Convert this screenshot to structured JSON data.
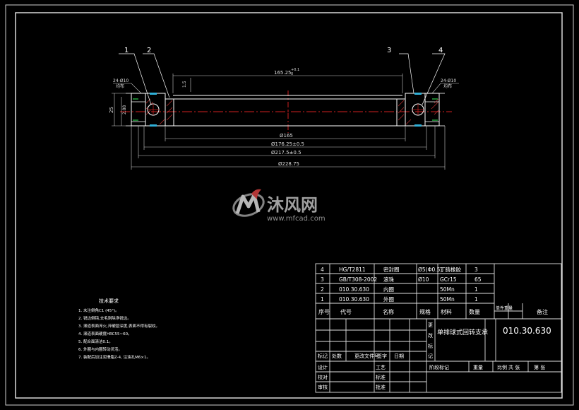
{
  "drawing": {
    "balloons": [
      "1",
      "2",
      "3",
      "4"
    ],
    "dims": {
      "top": "165.25",
      "top_tol_up": "+0.1",
      "top_tol_low": "0",
      "gap": "1.5",
      "height": "25",
      "offset": "2.88",
      "d1": "Ø165",
      "d2": "Ø176.25±0.5",
      "d3": "Ø217.5±0.5",
      "d4": "Ø228.75",
      "holes_left": "24-Ø10",
      "holes_left_sub": "均布",
      "holes_right": "24-Ø10",
      "holes_right_sub": "均布"
    }
  },
  "watermark": {
    "cn": "沐风网",
    "url": "www.mfcad.com"
  },
  "notes": {
    "title": "技术要求",
    "lines": [
      "1. 未注倒角C1 (45°)。",
      "2. 锐边倒钝,去毛刺除净锐边。",
      "3. 滚道表面淬火,淬硬层深度,表面不得有裂纹。",
      "4. 滚道表面硬度HRC55~60。",
      "5. 配合面清洁0.1。",
      "6. 外圈与内圈转动灵活。",
      "7. 装配后加注润滑脂Z-4, 注油孔M6×1。"
    ]
  },
  "bom": {
    "rows": [
      {
        "no": "4",
        "code": "HG/T2811",
        "name": "密封圈",
        "spec": "Ø5(Φ0.5)",
        "material": "丁腈橡胶",
        "qty": "3"
      },
      {
        "no": "3",
        "code": "GB/T308-2002",
        "name": "滚珠",
        "spec": "Ø10",
        "material": "GCr15",
        "qty": "65"
      },
      {
        "no": "2",
        "code": "010.30.630",
        "name": "内圈",
        "spec": "",
        "material": "50Mn",
        "qty": "1"
      },
      {
        "no": "1",
        "code": "010.30.630",
        "name": "外圈",
        "spec": "",
        "material": "50Mn",
        "qty": "1"
      }
    ],
    "headers": {
      "no": "序号",
      "code": "代号",
      "name": "名称",
      "spec": "规格",
      "material": "材料",
      "qty": "数量",
      "unit_wt": "单件重量",
      "remark": "备注"
    }
  },
  "title_block": {
    "drawing_title": "单排球式回转支承",
    "drawing_no": "010.30.630",
    "process_labels": [
      "更",
      "改",
      "标",
      "记"
    ],
    "left_labels": [
      "标记",
      "处数",
      "更改文件号",
      "签字",
      "日期"
    ],
    "sign_labels": [
      "设计",
      "校对",
      "审核"
    ],
    "sign_right": [
      "工艺",
      "标准",
      "批准"
    ],
    "stage_labels": [
      "阶段标记",
      "重量",
      "比例"
    ],
    "sheet": "共 张",
    "sheet2": "第 张"
  }
}
